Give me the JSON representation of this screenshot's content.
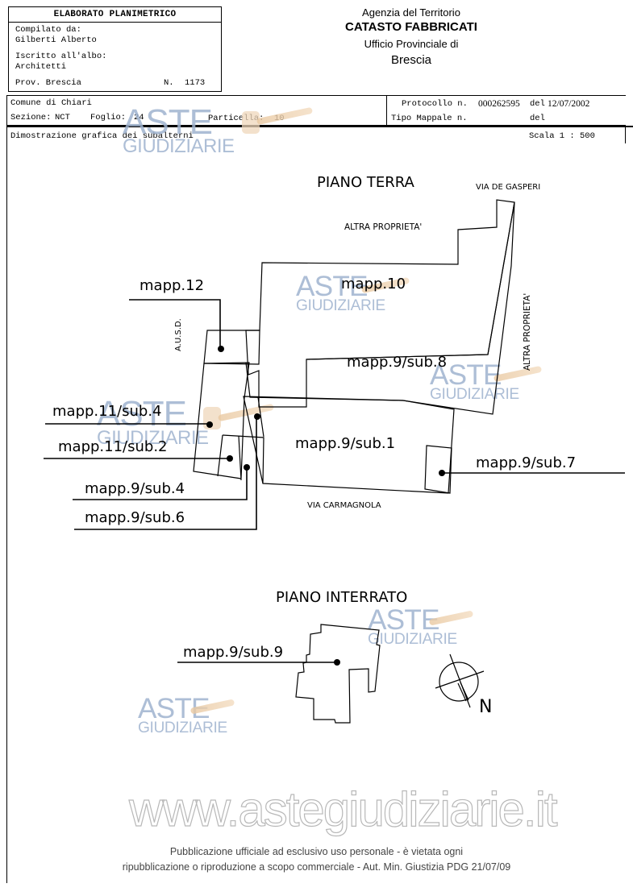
{
  "header": {
    "title": "ELABORATO PLANIMETRICO",
    "compiled_by_label": "Compilato da:",
    "compiled_by": "Gilberti Alberto",
    "registered_label": "Iscritto all'albo:",
    "registered": "Architetti",
    "province_label": "Prov. Brescia",
    "number_label": "N.",
    "number": "1173"
  },
  "agency": {
    "line1": "Agenzia del Territorio",
    "line2": "CATASTO FABBRICATI",
    "line3": "Ufficio Provinciale di",
    "line4": "Brescia"
  },
  "info": {
    "comune": "Comune di Chiari",
    "sezione_label": "Sezione:",
    "sezione": "NCT",
    "foglio_label": "Foglio:",
    "foglio": "24",
    "particella_label": "Particella:",
    "particella": "10",
    "protocollo_label": "Protocollo n.",
    "protocollo": "000262595",
    "del_label": "del",
    "protocollo_date": "12/07/2002",
    "tipo_mappale_label": "Tipo Mappale n.",
    "tipo_del_label": "del",
    "description": "Dimostrazione grafica dei subalterni",
    "scale": "Scala 1 : 500"
  },
  "plan": {
    "ground_floor_title": "PIANO TERRA",
    "basement_title": "PIANO INTERRATO",
    "street_north": "VIA DE GASPERI",
    "street_south": "VIA CARMAGNOLA",
    "other_property_top": "ALTRA PROPRIETA'",
    "other_property_right": "ALTRA PROPRIETA'",
    "ausd": "A.U.S.D.",
    "labels": {
      "mapp12": "mapp.12",
      "mapp10": "mapp.10",
      "mapp9_sub8": "mapp.9/sub.8",
      "mapp11_sub4": "mapp.11/sub.4",
      "mapp11_sub2": "mapp.11/sub.2",
      "mapp9_sub1": "mapp.9/sub.1",
      "mapp9_sub7": "mapp.9/sub.7",
      "mapp9_sub4": "mapp.9/sub.4",
      "mapp9_sub6": "mapp.9/sub.6",
      "mapp9_sub9": "mapp.9/sub.9"
    },
    "north_label": "N"
  },
  "watermark": {
    "brand_top": "ASTE",
    "brand_bottom": "GIUDIZIARIE",
    "site": "www.astegiudiziarie.it"
  },
  "footer": {
    "line1": "Pubblicazione ufficiale ad esclusivo uso personale - è vietata ogni",
    "line2": "ripubblicazione o riproduzione a scopo commerciale - Aut. Min. Giustizia PDG 21/07/09"
  }
}
